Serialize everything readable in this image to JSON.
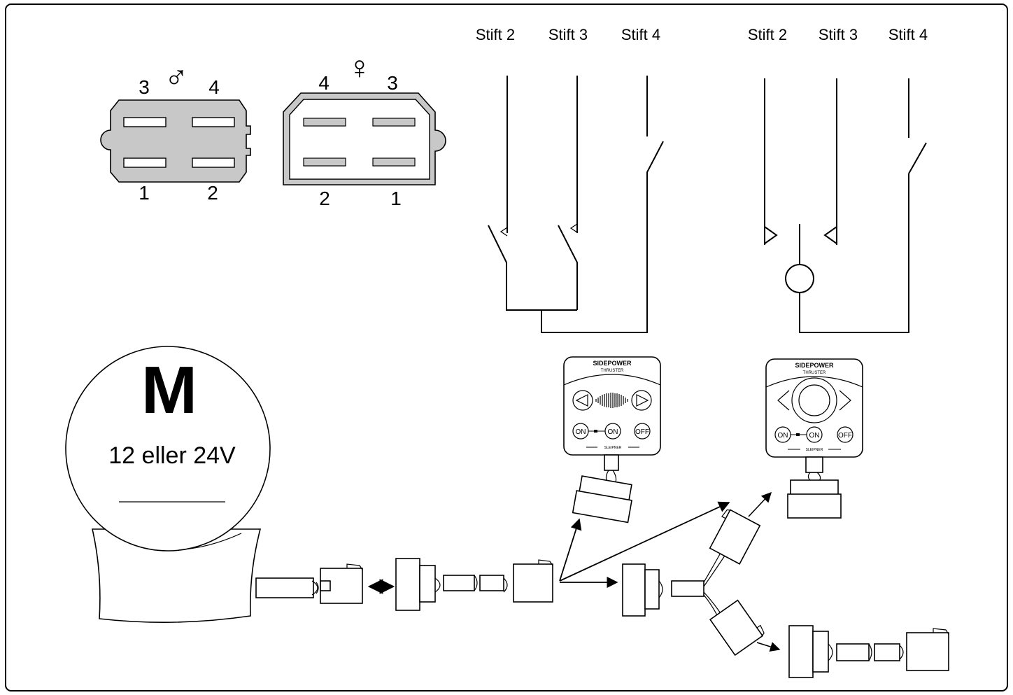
{
  "male_connector": {
    "symbol": "♂",
    "pins": {
      "top_left": "3",
      "top_right": "4",
      "bottom_left": "1",
      "bottom_right": "2"
    }
  },
  "female_connector": {
    "symbol": "♀",
    "pins": {
      "top_left": "4",
      "top_right": "3",
      "bottom_left": "2",
      "bottom_right": "1"
    }
  },
  "switch_diagram_a": {
    "pins": [
      "Stift 2",
      "Stift 3",
      "Stift 4"
    ]
  },
  "switch_diagram_b": {
    "pins": [
      "Stift 2",
      "Stift 3",
      "Stift 4"
    ]
  },
  "motor": {
    "letter": "M",
    "voltage": "12 eller 24V"
  },
  "panel_a": {
    "brand": "SIDEPOWER",
    "sub": "THRUSTER",
    "btn_on1": "ON",
    "btn_on2": "ON",
    "btn_off": "OFF",
    "maker": "SLEIPNER"
  },
  "panel_b": {
    "brand": "SIDEPOWER",
    "sub": "THRUSTER",
    "btn_on1": "ON",
    "btn_on2": "ON",
    "btn_off": "OFF",
    "maker": "SLEIPNER"
  }
}
